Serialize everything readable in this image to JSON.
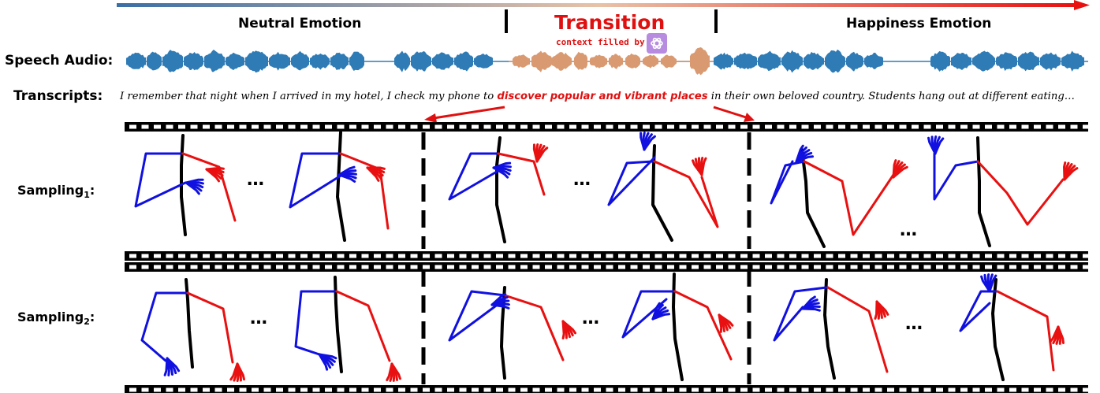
{
  "header": {
    "neutral_label": "Neutral Emotion",
    "transition_label": "Transition",
    "context_label": "context filled by",
    "happiness_label": "Happiness Emotion"
  },
  "rows": {
    "speech_audio_label": "Speech Audio:",
    "transcripts_label": "Transcripts:"
  },
  "transcript": {
    "before": "I remember that night when I arrived in my hotel, I check my phone to ",
    "highlight": "discover popular and vibrant places",
    "after": " in their own beloved country. Students hang out at different eating…"
  },
  "samplings": [
    {
      "label": "Sampling",
      "subscript": "1",
      "suffix": ":"
    },
    {
      "label": "Sampling",
      "subscript": "2",
      "suffix": ":"
    }
  ],
  "ellipsis": "…",
  "colors": {
    "left_arm": "#1010e0",
    "right_arm": "#e81010",
    "spine": "#000000",
    "audio_neutral": "#2e7bb5",
    "audio_transition": "#d99a72",
    "highlight": "#e01010",
    "gradient_start": "#3a6ea5",
    "gradient_end": "#e81010"
  },
  "icons": {
    "context_logo": "openai-logo-icon"
  }
}
